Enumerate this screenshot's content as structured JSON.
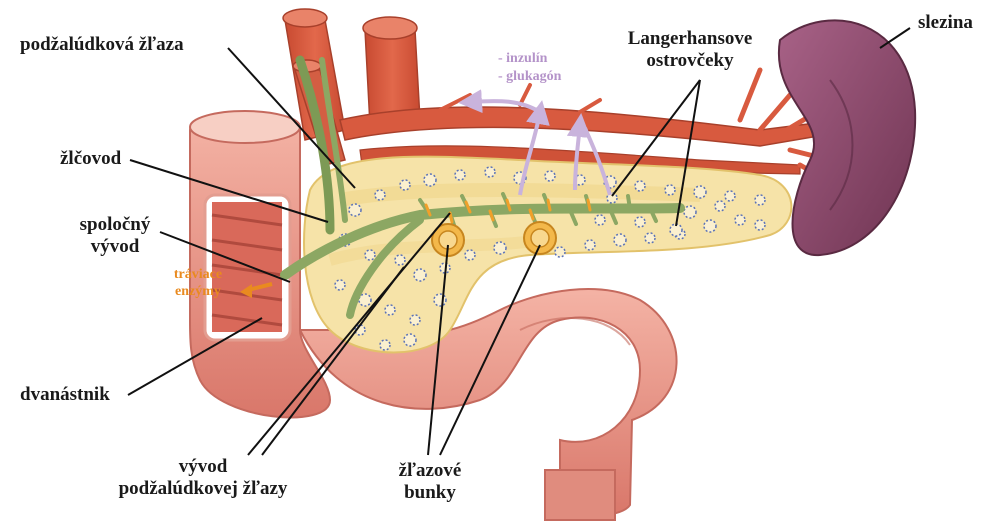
{
  "labels": {
    "pancreas": "podžalúdková žľaza",
    "bile_duct": "žlčovod",
    "common_duct_line1": "spoločný",
    "common_duct_line2": "vývod",
    "duodenum": "dvanástnik",
    "pancreatic_duct_line1": "vývod",
    "pancreatic_duct_line2": "podžalúdkovej žľazy",
    "gland_cells_line1": "žľazové",
    "gland_cells_line2": "bunky",
    "islets_line1": "Langerhansove",
    "islets_line2": "ostrovčeky",
    "spleen": "slezina"
  },
  "annotations": {
    "hormone_insulin": "- inzulín",
    "hormone_glucagon": "- glukagón",
    "enzymes_line1": "tráviace",
    "enzymes_line2": "enzýmy"
  },
  "colors": {
    "label_text": "#1a1a1a",
    "hormones": "#b493c9",
    "enzymes": "#e98a1f",
    "pancreas_tissue": "#f6e3a8",
    "duct": "#8ca763",
    "artery": "#d85a3f",
    "spleen": "#8c4a6b",
    "intestine": "#ec9d8e",
    "islet": "#5a72b8"
  },
  "icons": {
    "hormone_arrows": "curved-arrow-up",
    "enzyme_arrow": "arrow-left"
  }
}
